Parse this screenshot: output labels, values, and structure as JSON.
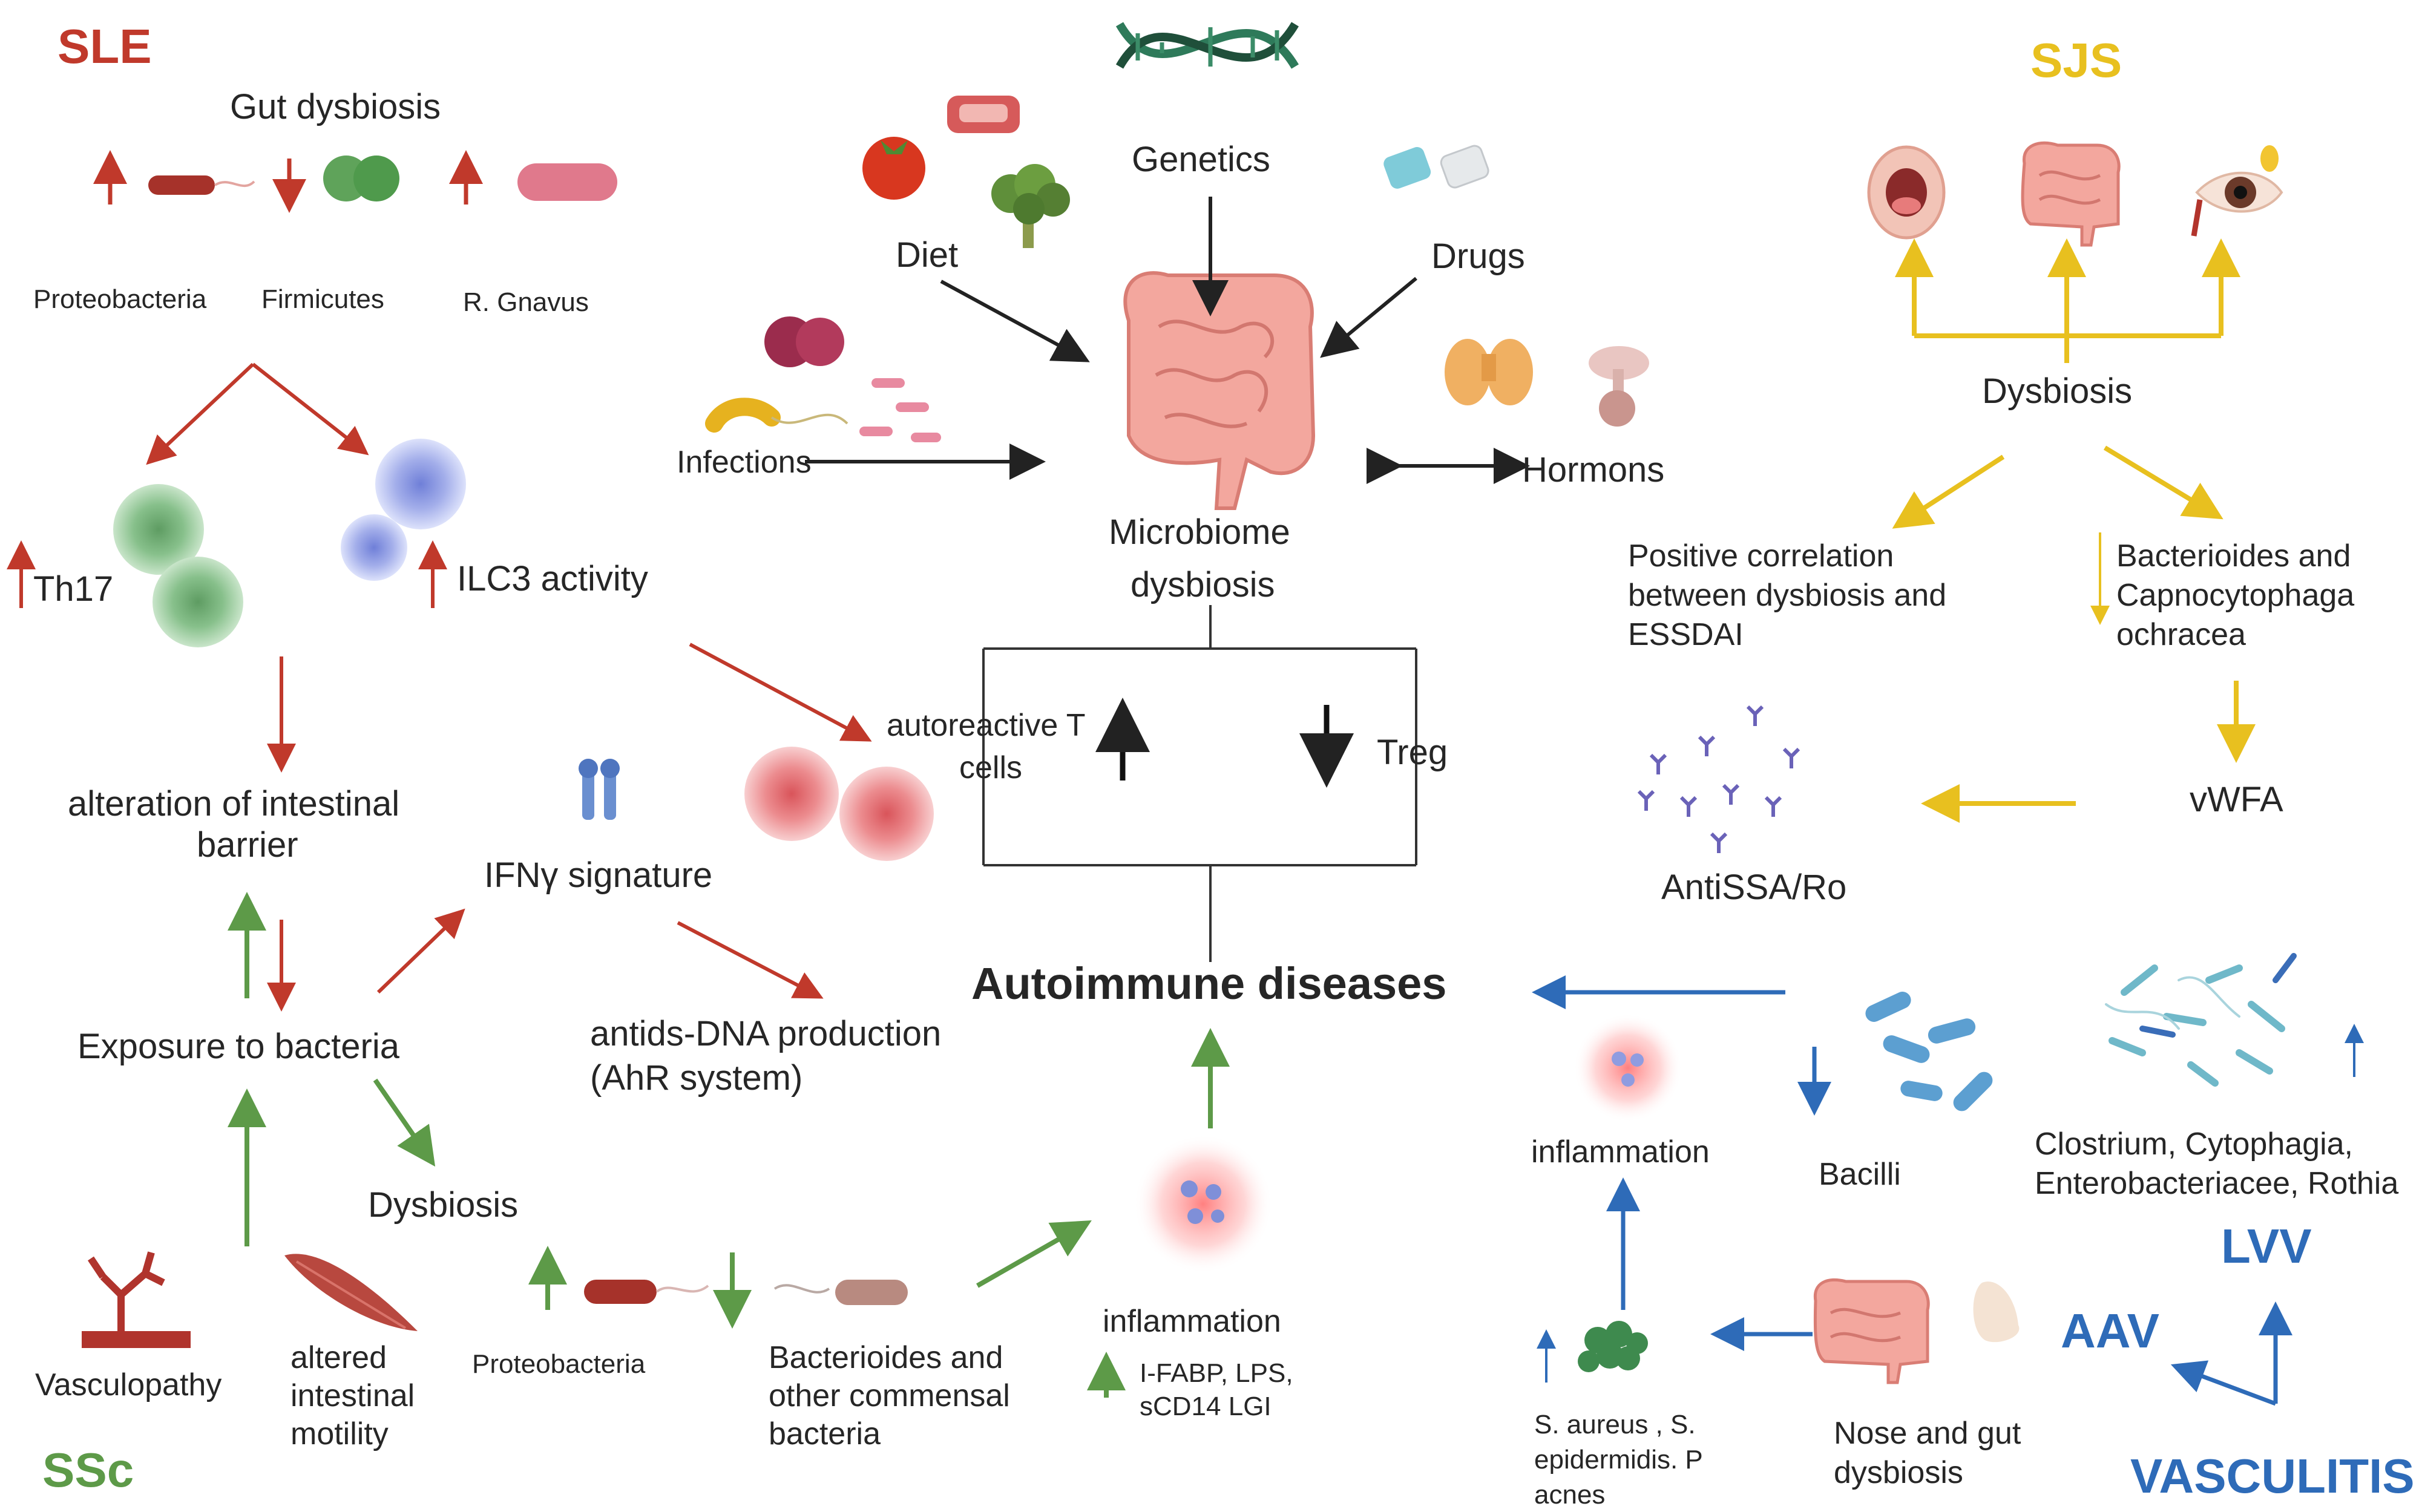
{
  "colors": {
    "sle": "#c0392b",
    "sjs": "#e8c01f",
    "ssc": "#5d9a48",
    "vasculitis": "#2e6bb8",
    "text": "#262626"
  },
  "sle": {
    "title": "SLE",
    "gut_dysbiosis": "Gut dysbiosis",
    "proteobacteria": "Proteobacteria",
    "firmicutes": "Firmicutes",
    "r_gnavus": "R. Gnavus",
    "th17": "Th17",
    "ilc3": "ILC3 activity",
    "barrier_1": "alteration of intestinal",
    "barrier_2": "barrier",
    "ifn": "IFNγ signature",
    "exposure": "Exposure to bacteria",
    "antids_1": "antids-DNA production",
    "antids_2": "(AhR system)"
  },
  "center": {
    "genetics": "Genetics",
    "diet": "Diet",
    "drugs": "Drugs",
    "infections": "Infections",
    "hormons": "Hormons",
    "microbiome_1": "Microbiome",
    "microbiome_2": "dysbiosis",
    "autoreactive_1": "autoreactive T",
    "autoreactive_2": "cells",
    "treg": "Treg",
    "autoimmune": "Autoimmune diseases"
  },
  "sjs": {
    "title": "SJS",
    "dysbiosis": "Dysbiosis",
    "positive_1": "Positive correlation",
    "positive_2": "between dysbiosis and",
    "positive_3": "ESSDAI",
    "bact_1": "Bacterioides and",
    "bact_2": "Capnocytophaga",
    "bact_3": "ochracea",
    "vwfa": "vWFA",
    "antissa": "AntiSSA/Ro"
  },
  "ssc": {
    "title": "SSc",
    "dysbiosis": "Dysbiosis",
    "vasculopathy": "Vasculopathy",
    "motility_1": "altered",
    "motility_2": "intestinal",
    "motility_3": "motility",
    "proteobacteria": "Proteobacteria",
    "commensal_1": "Bacterioides and",
    "commensal_2": "other commensal",
    "commensal_3": "bacteria",
    "inflammation": "inflammation",
    "markers_1": "I-FABP, LPS,",
    "markers_2": "sCD14 LGI"
  },
  "vasculitis": {
    "inflammation": "inflammation",
    "bacilli": "Bacilli",
    "clost_1": "Clostrium, Cytophagia,",
    "clost_2": "Enterobacteriacee, Rothia",
    "lvv": "LVV",
    "aav": "AAV",
    "title": "VASCULITIS",
    "saureus_1": "S. aureus , S.",
    "saureus_2": "epidermidis. P",
    "saureus_3": "acnes",
    "nose_1": "Nose and gut",
    "nose_2": "dysbiosis"
  }
}
